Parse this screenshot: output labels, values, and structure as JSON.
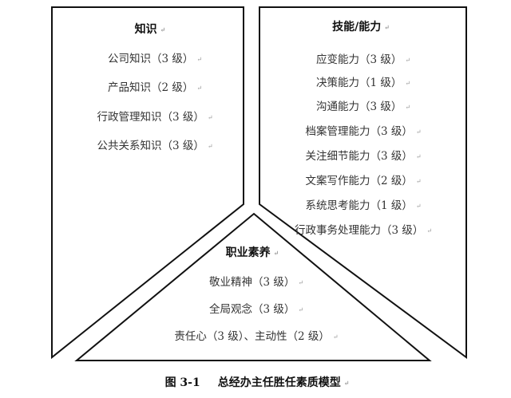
{
  "diagram": {
    "title": "总经办主任胜任素质模型",
    "figure_number": "图 3-1",
    "return_mark": "↵",
    "sections": {
      "knowledge": {
        "title": "知识",
        "items": [
          "公司知识（3 级）",
          "产品知识（2 级）",
          "行政管理知识（3 级）",
          "公共关系知识（3 级）"
        ]
      },
      "skills": {
        "title": "技能/能力",
        "items": [
          "应变能力（3 级）",
          "决策能力（1 级）",
          "沟通能力（3 级）",
          "档案管理能力（3 级）",
          "关注细节能力（3 级）",
          "文案写作能力（2 级）",
          "系统思考能力（1 级）",
          "行政事务处理能力（3 级）"
        ]
      },
      "professionalism": {
        "title": "职业素养",
        "items": [
          "敬业精神（3 级）",
          "全局观念（3 级）",
          "责任心（3 级）、主动性（2 级）"
        ]
      }
    },
    "colors": {
      "stroke": "#111111",
      "background": "#ffffff",
      "text": "#333333"
    }
  }
}
